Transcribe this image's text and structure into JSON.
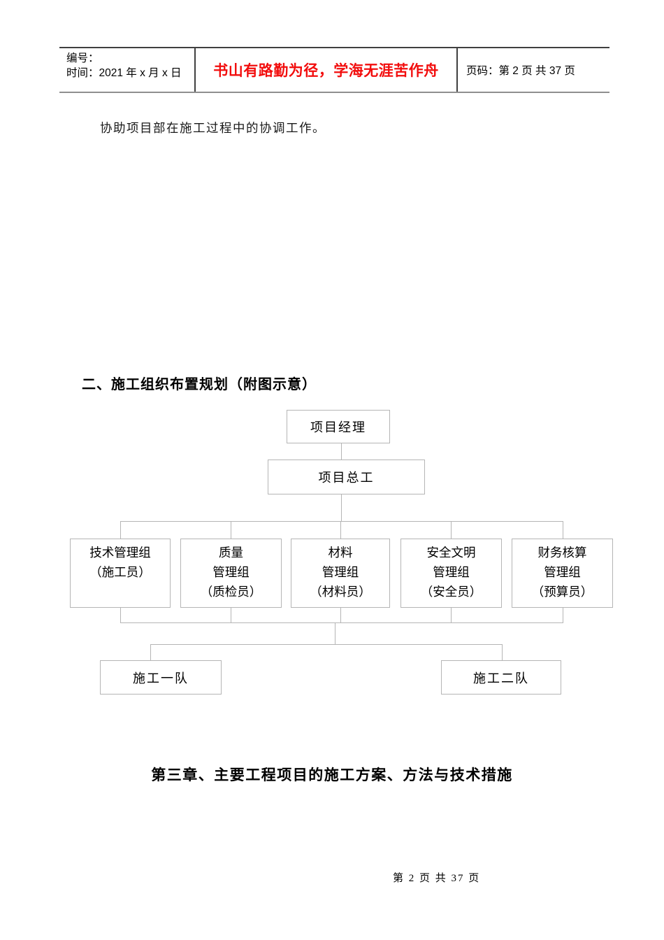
{
  "header_table": {
    "left": {
      "line1": "编号：",
      "line2": "时间：2021 年 x 月 x 日"
    },
    "middle": {
      "slogan": "书山有路勤为径，学海无涯苦作舟",
      "slogan_color": "#f20d0d"
    },
    "right": {
      "page_info": "页码：第 2 页  共 37 页"
    }
  },
  "body": {
    "paragraph": "协助项目部在施工过程中的协调工作。"
  },
  "sections": {
    "section2_heading": "二、施工组织布置规划（附图示意）",
    "chapter3_heading": "第三章、主要工程项目的施工方案、方法与技术措施"
  },
  "org_chart": {
    "root": "项目经理",
    "chief": "项目总工",
    "groups": [
      {
        "lines": [
          "技术管理组",
          "（施工员）"
        ]
      },
      {
        "lines": [
          "质量",
          "管理组",
          "（质检员）"
        ]
      },
      {
        "lines": [
          "材料",
          "管理组",
          "（材料员）"
        ]
      },
      {
        "lines": [
          "安全文明",
          "管理组",
          "（安全员）"
        ]
      },
      {
        "lines": [
          "财务核算",
          "管理组",
          "（预算员）"
        ]
      }
    ],
    "teams": [
      "施工一队",
      "施工二队"
    ],
    "line_color": "#b5b5b5"
  },
  "footer": {
    "text": "第 2 页 共 37 页"
  }
}
